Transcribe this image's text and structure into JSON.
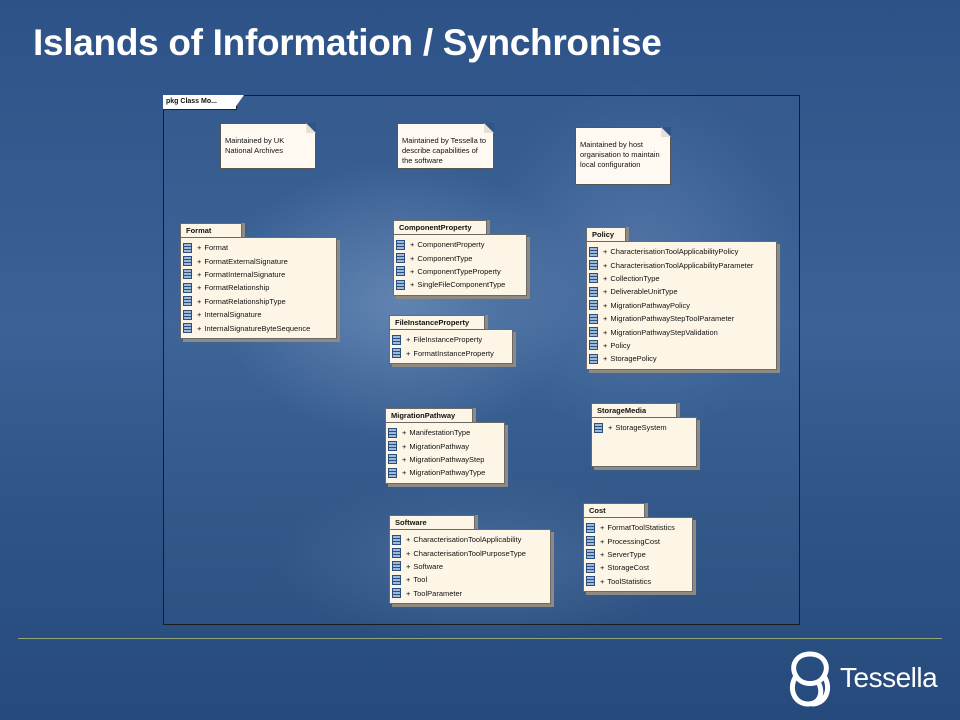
{
  "slide": {
    "title": "Islands of Information / Synchronise"
  },
  "frame": {
    "label": "pkg Class Mo..."
  },
  "notes": [
    {
      "text": "Maintained by UK National Archives"
    },
    {
      "text": "Maintained by Tessella to describe capabilities of the software"
    },
    {
      "text": "Maintained by host organisation to maintain local configuration"
    }
  ],
  "packages": [
    {
      "name": "Format",
      "members": [
        "Format",
        "FormatExternalSignature",
        "FormatInternalSignature",
        "FormatRelationship",
        "FormatRelationshipType",
        "InternalSignature",
        "InternalSignatureByteSequence"
      ]
    },
    {
      "name": "ComponentProperty",
      "members": [
        "ComponentProperty",
        "ComponentType",
        "ComponentTypeProperty",
        "SingleFileComponentType"
      ]
    },
    {
      "name": "FileInstanceProperty",
      "members": [
        "FileInstanceProperty",
        "FormatInstanceProperty"
      ]
    },
    {
      "name": "Policy",
      "members": [
        "CharacterisationToolApplicabilityPolicy",
        "CharacterisationToolApplicabilityParameter",
        "CollectionType",
        "DeliverableUnitType",
        "MigrationPathwayPolicy",
        "MigrationPathwayStepToolParameter",
        "MigrationPathwayStepValidation",
        "Policy",
        "StoragePolicy"
      ]
    },
    {
      "name": "MigrationPathway",
      "members": [
        "ManifestationType",
        "MigrationPathway",
        "MigrationPathwayStep",
        "MigrationPathwayType"
      ]
    },
    {
      "name": "StorageMedia",
      "members": [
        "StorageSystem"
      ]
    },
    {
      "name": "Software",
      "members": [
        "CharacterisationToolApplicability",
        "CharacterisationToolPurposeType",
        "Software",
        "Tool",
        "ToolParameter"
      ]
    },
    {
      "name": "Cost",
      "members": [
        "FormatToolStatistics",
        "ProcessingCost",
        "ServerType",
        "StorageCost",
        "ToolStatistics"
      ]
    }
  ],
  "logo": {
    "text": "Tessella"
  },
  "colors": {
    "background": "#2d5287",
    "package_fill": "#fdf6e6",
    "note_fill": "#fff9f2",
    "divider": "#8ea77a",
    "title": "#ffffff"
  },
  "icons": {
    "member": "class-icon",
    "logo": "tessella-knot-icon"
  }
}
